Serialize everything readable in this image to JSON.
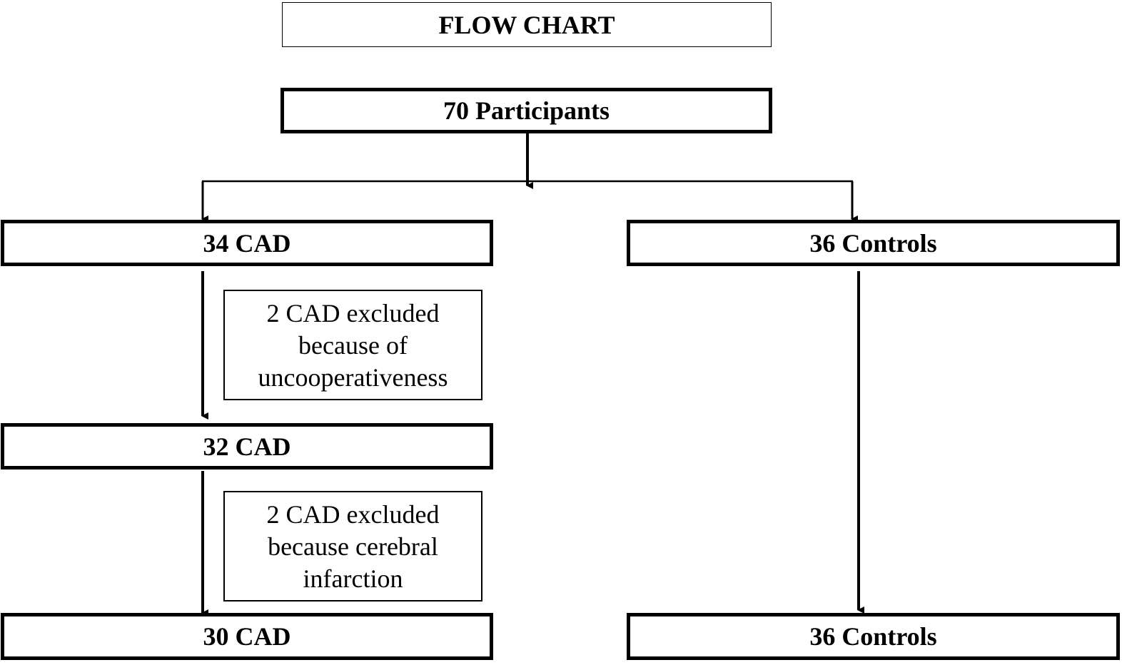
{
  "flowchart": {
    "title": "FLOW CHART",
    "nodes": {
      "participants": "70 Participants",
      "cad_initial": "34 CAD",
      "controls_initial": "36 Controls",
      "cad_mid": "32 CAD",
      "cad_final": "30 CAD",
      "controls_final": "36 Controls"
    },
    "exclusions": {
      "first": [
        "2 CAD excluded",
        "because of",
        "uncooperativeness"
      ],
      "second": [
        "2 CAD excluded",
        "because cerebral",
        "infarction"
      ]
    }
  }
}
